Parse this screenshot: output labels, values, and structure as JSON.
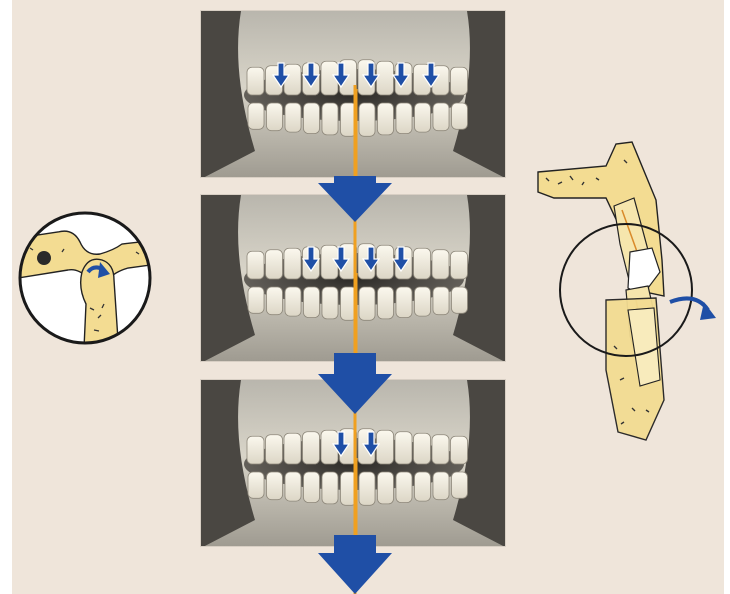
{
  "figure": {
    "background_color": "#efe5da",
    "arrow_color": "#1f4fa6",
    "midline_color": "#f0a020",
    "bone_color": "#f3dc92",
    "outline_color": "#222222"
  },
  "panels": [
    {
      "step": 1,
      "occlusal_contact_arrows": 6
    },
    {
      "step": 2,
      "occlusal_contact_arrows": 4
    },
    {
      "step": 3,
      "occlusal_contact_arrows": 2
    }
  ],
  "insets": {
    "left": {
      "icon": "temporomandibular-joint-icon"
    },
    "right": {
      "icon": "tooth-root-section-icon"
    }
  }
}
